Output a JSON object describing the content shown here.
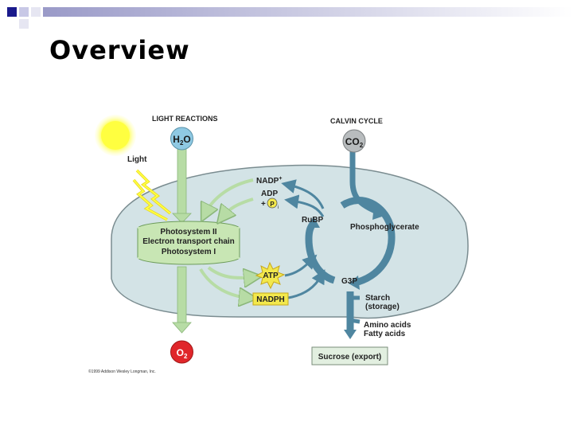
{
  "slide": {
    "title": "Overview"
  },
  "diagram": {
    "light_reactions_heading": "LIGHT REACTIONS",
    "calvin_cycle_heading": "CALVIN CYCLE",
    "h2o_label": "H",
    "h2o_sub": "2",
    "h2o_tail": "O",
    "co2_label": "CO",
    "co2_sub": "2",
    "o2_label": "O",
    "o2_sub": "2",
    "light_label": "Light",
    "nadp_label": "NADP",
    "nadp_sup": "+",
    "adp_label": "ADP",
    "plus_sign": "+",
    "pi_label": "P",
    "pi_sub": "i",
    "photosystem_ii": "Photosystem II",
    "electron_transport_chain": "Electron transport chain",
    "photosystem_i": "Photosystem I",
    "atp_label": "ATP",
    "nadph_label": "NADPH",
    "rubp_label": "RuBP",
    "phosphoglycerate_label": "Phosphoglycerate",
    "g3p_label": "G3P",
    "starch_line1": "Starch",
    "starch_line2": "(storage)",
    "amino_acids_label": "Amino acids",
    "fatty_acids_label": "Fatty acids",
    "sucrose_label": "Sucrose (export)",
    "copyright": "©1999 Addison Wesley Longman, Inc."
  },
  "colors": {
    "stroma": "#d3e3e6",
    "thylakoid": "#c8e6b4",
    "green_arrow": "#b7dca5",
    "blue_arrow": "#4f86a0",
    "water_blue": "#8fc9e3",
    "co2_gray": "#b8bcbe",
    "o2_red": "#e0262a",
    "atp_yellow": "#f2e84c",
    "sun_yellow": "#ffff40",
    "sucrose_box": "#e2efe0"
  }
}
